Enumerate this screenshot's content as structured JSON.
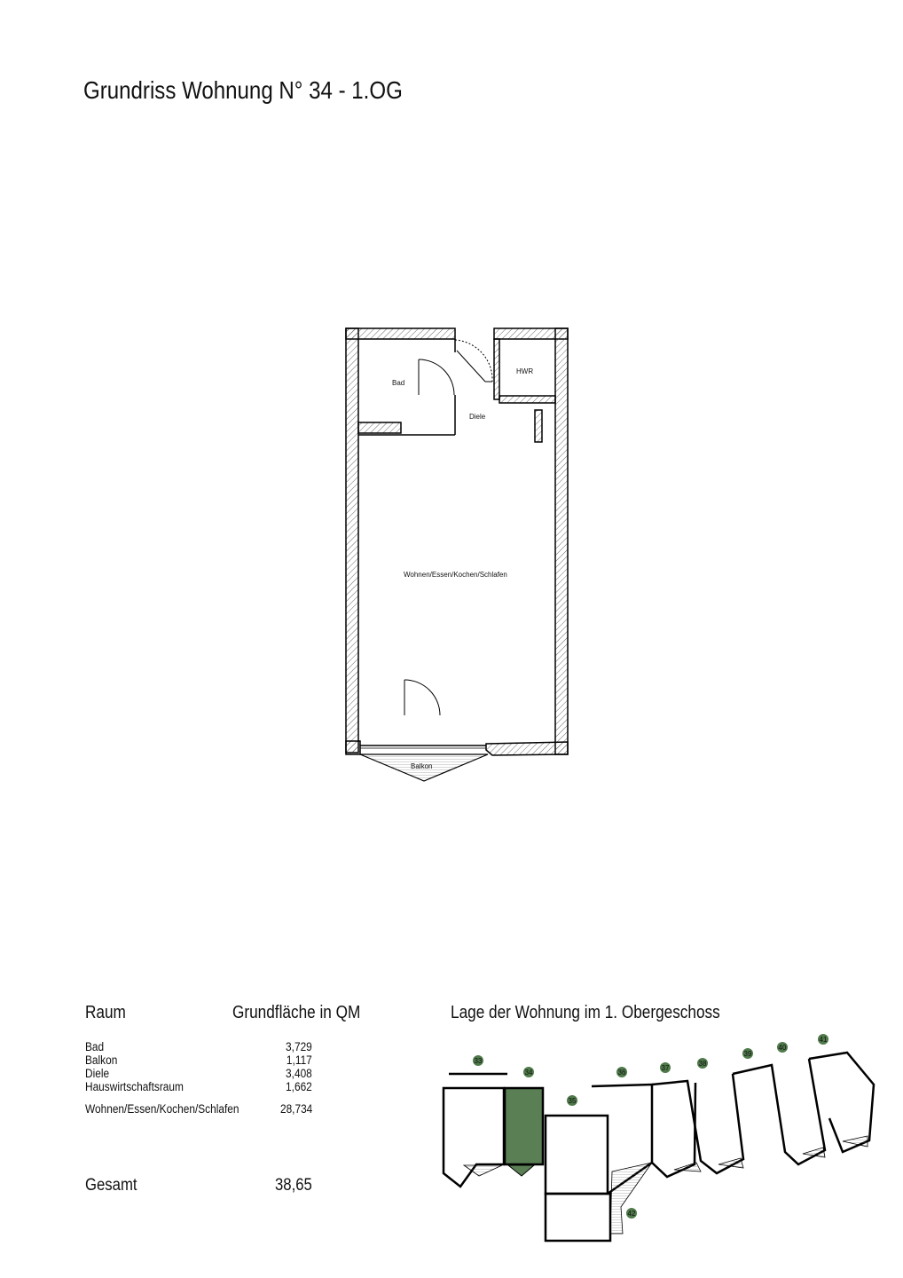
{
  "title": "Grundriss Wohnung N° 34 - 1.OG",
  "plan": {
    "rooms": {
      "bad": "Bad",
      "hwr": "HWR",
      "diele": "Diele",
      "wohnen": "Wohnen/Essen/Kochen/Schlafen",
      "balkon": "Balkon"
    }
  },
  "table": {
    "col_room": "Raum",
    "col_area": "Grundfläche in QM",
    "rows": [
      {
        "room": "Bad",
        "area": "3,729"
      },
      {
        "room": "Balkon",
        "area": "1,117"
      },
      {
        "room": "Diele",
        "area": "3,408"
      },
      {
        "room": "Hauswirtschaftsraum",
        "area": "1,662"
      },
      {
        "room": "Wohnen/Essen/Kochen/Schlafen",
        "area": "28,734"
      }
    ],
    "total_label": "Gesamt",
    "total_value": "38,65"
  },
  "keyplan": {
    "title": "Lage der Wohnung im 1. Obergeschoss",
    "highlight_color": "#5a7f55",
    "units": [
      "33",
      "34",
      "35",
      "36",
      "37",
      "38",
      "39",
      "40",
      "41",
      "42"
    ]
  }
}
